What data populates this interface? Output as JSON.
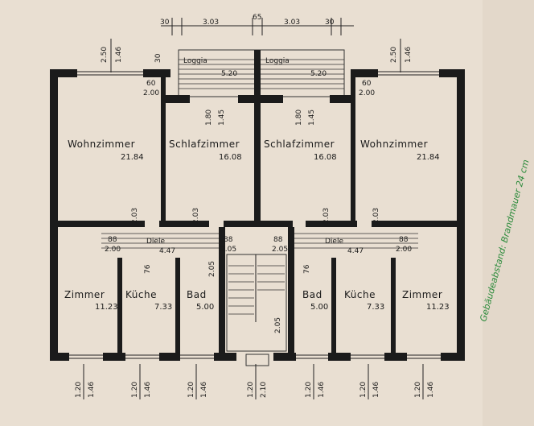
{
  "top_dims": {
    "a": "30",
    "b": "3.03",
    "c": "65",
    "d": "3.03",
    "e": "30"
  },
  "loggia": {
    "label": "Loggia",
    "area": "5.20"
  },
  "left_top_dims": {
    "a": "2.50",
    "b": "1.46"
  },
  "right_top_dims": {
    "a": "2.50",
    "b": "1.46"
  },
  "small_dims": {
    "a": "60",
    "b": "2.00"
  },
  "center_dims": {
    "a": "1.80",
    "b": "1.45"
  },
  "rooms": {
    "wohnzimmer": {
      "label": "Wohnzimmer",
      "area": "21.84"
    },
    "schlafzimmer": {
      "label": "Schlafzimmer",
      "area": "16.08"
    },
    "zimmer": {
      "label": "Zimmer",
      "area": "11.23"
    },
    "kuche": {
      "label": "Küche",
      "area": "7.33"
    },
    "bad": {
      "label": "Bad",
      "area": "5.00"
    },
    "diele": {
      "label": "Diele",
      "area": "4.47"
    }
  },
  "inner_dims": {
    "d88": "88",
    "d200": "2.00",
    "d205": "2.05",
    "d76": "76",
    "d203": "2.03"
  },
  "bottom_dims": {
    "a": "1.20",
    "b": "1.46",
    "c": "2.10"
  },
  "margin_note": "Gebäudeabstand: Brandmauer 24 cm"
}
